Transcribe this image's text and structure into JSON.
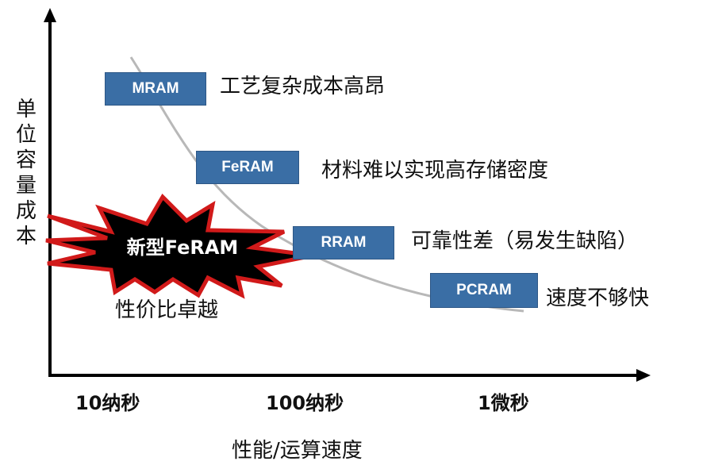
{
  "y_axis": {
    "label": "单位容量成本"
  },
  "x_axis": {
    "label": "性能/运算速度",
    "ticks": [
      "10纳秒",
      "100纳秒",
      "1微秒"
    ]
  },
  "technologies": [
    {
      "name": "MRAM",
      "note": "工艺复杂成本高昂"
    },
    {
      "name": "FeRAM",
      "note": "材料难以实现高存储密度"
    },
    {
      "name": "RRAM",
      "note": "可靠性差（易发生缺陷）"
    },
    {
      "name": "PCRAM",
      "note": "速度不够快"
    }
  ],
  "highlight": {
    "name": "新型FeRAM",
    "note": "性价比卓越"
  },
  "colors": {
    "box": "#3a6ea5",
    "curve": "#b8b8b8",
    "axis": "#000000",
    "star": "#d11a1a"
  }
}
